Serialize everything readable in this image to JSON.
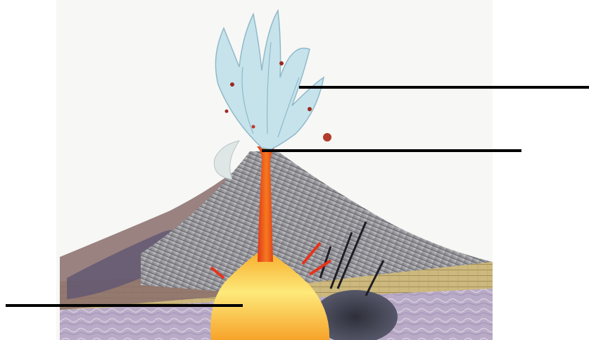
{
  "diagram": {
    "subject": "volcano-cross-section",
    "label_lines": [
      {
        "id": "ash-cloud-pointer",
        "text": ""
      },
      {
        "id": "vent-crater-pointer",
        "text": ""
      },
      {
        "id": "magma-chamber-pointer",
        "text": ""
      }
    ],
    "colors": {
      "ash": "#bfe0ea",
      "ash_shadow": "#8fb9c8",
      "cone_dark": "#6e6e72",
      "cone_light": "#b9b9bd",
      "lava_red": "#e8321b",
      "lava_orange": "#f58a1e",
      "magma_yellow": "#fbe36a",
      "sediment": "#c9b47a",
      "bedrock": "#b6a9c6",
      "leader_line": "#000000"
    }
  }
}
